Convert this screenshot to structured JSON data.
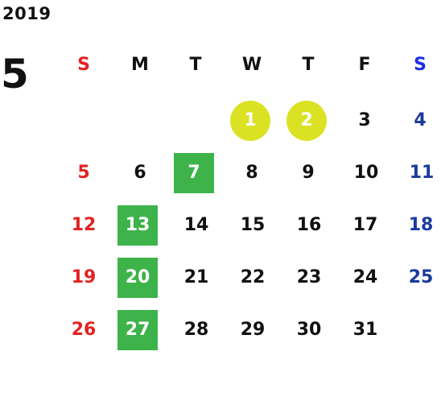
{
  "calendar": {
    "year": "2019",
    "month": "5",
    "weekdays": [
      "S",
      "M",
      "T",
      "W",
      "T",
      "F",
      "S"
    ],
    "days": [
      "1",
      "2",
      "3",
      "4",
      "5",
      "6",
      "7",
      "8",
      "9",
      "10",
      "11",
      "12",
      "13",
      "14",
      "15",
      "16",
      "17",
      "18",
      "19",
      "20",
      "21",
      "22",
      "23",
      "24",
      "25",
      "26",
      "27",
      "28",
      "29",
      "30",
      "31"
    ],
    "highlight_green_days": [
      "7",
      "13",
      "20",
      "27"
    ],
    "highlight_yellow_days": [
      "1",
      "2"
    ]
  },
  "colors": {
    "sunday": "#e22222",
    "saturday": "#1a3a9c",
    "saturday_header": "#1b2fe0",
    "green_highlight": "#3db34a",
    "yellow_highlight": "#dbe224",
    "text": "#111111"
  }
}
